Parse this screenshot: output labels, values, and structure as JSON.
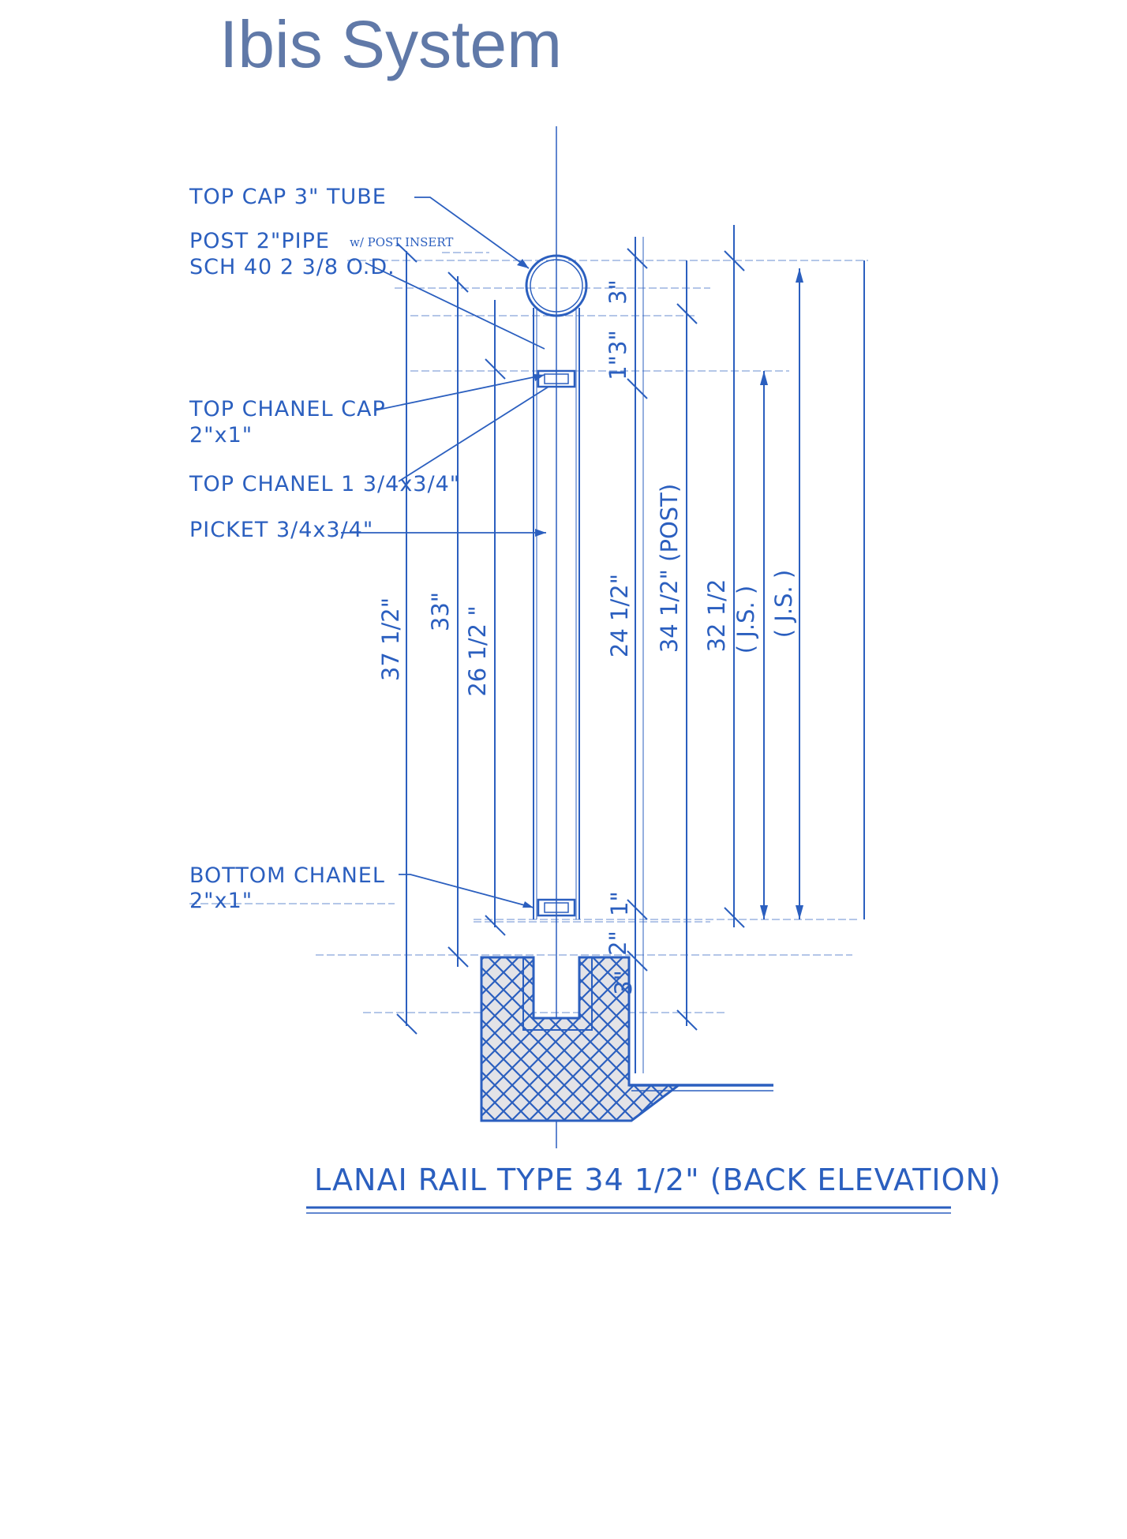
{
  "title": "Ibis System",
  "colors": {
    "ink": "#2b5fbf",
    "title": "#6079a8",
    "hatch_fill": "#e3e3e7"
  },
  "labels": {
    "top_cap": "TOP CAP  3\" TUBE",
    "post": "POST 2\"PIPE",
    "post_insert": "w/ POST INSERT",
    "sch": "SCH 40  2 3/8 O.D.",
    "top_chanel_cap": "TOP CHANEL CAP",
    "top_chanel_cap_size": "2\"x1\"",
    "top_chanel": "TOP CHANEL 1 3/4x3/4\"",
    "picket": "PICKET 3/4x3/4\"",
    "bottom_chanel": "BOTTOM CHANEL",
    "bottom_chanel_size": "2\"x1\""
  },
  "dimensions": {
    "d37": "37 1/2\"",
    "d33": "33\"",
    "d26": "26 1/2 \"",
    "d24": "24 1/2\"",
    "d34": "34 1/2\" (POST)",
    "d32": "32 1/2",
    "js1": "( J.S. )",
    "js2": "( J.S. )",
    "top3a": "3\"",
    "top3b": "1\"3\"",
    "bot1": "1\"",
    "bot2": "2\"",
    "bot3": "3\""
  },
  "caption": "LANAI RAIL  TYPE   34 1/2\" (BACK ELEVATION)"
}
